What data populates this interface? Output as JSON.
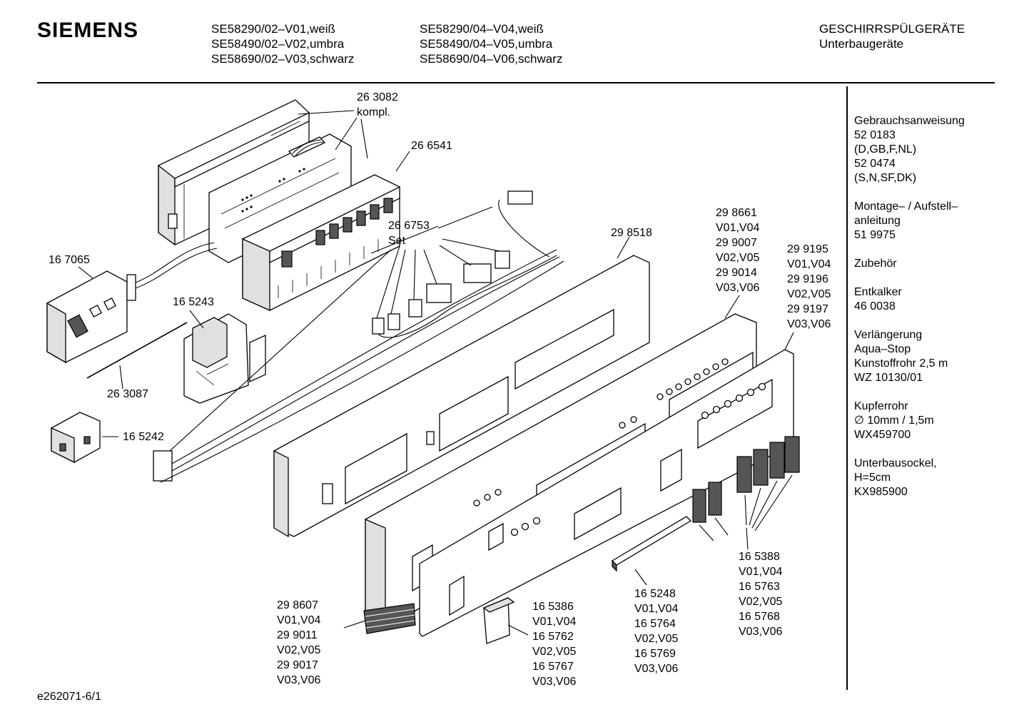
{
  "header": {
    "brand": "SIEMENS",
    "models_col1": [
      "SE58290/02–V01,weiß",
      "SE58490/02–V02,umbra",
      "SE58690/02–V03,schwarz"
    ],
    "models_col2": [
      "SE58290/04–V04,weiß",
      "SE58490/04–V05,umbra",
      "SE58690/04–V06,schwarz"
    ],
    "category": "GESCHIRRSPÜLGERÄTE",
    "subcategory": "Unterbaugeräte"
  },
  "sidebar": [
    [
      "Gebrauchsanweisung",
      "52 0183",
      "(D,GB,F,NL)",
      "52 0474",
      "(S,N,SF,DK)"
    ],
    [
      "Montage– / Aufstell–",
      "anleitung",
      "51 9975"
    ],
    [
      "Zubehör"
    ],
    [
      "Entkalker",
      "46 0038"
    ],
    [
      "Verlängerung",
      "Aqua–Stop",
      "Kunstoffrohr 2,5 m",
      "WZ 10130/01"
    ],
    [
      "Kupferrohr",
      "∅ 10mm / 1,5m",
      "WX459700"
    ],
    [
      "Unterbausockel,",
      "H=5cm",
      "KX985900"
    ]
  ],
  "labels": {
    "l_263082": "26 3082\nkompl.",
    "l_266541": "26 6541",
    "l_266753": "26 6753\nSet",
    "l_167065": "16 7065",
    "l_165243": "16 5243",
    "l_263087": "26 3087",
    "l_165242": "16 5242",
    "l_298518": "29 8518",
    "l_298661": "29 8661\nV01,V04\n29 9007\nV02,V05\n29 9014\nV03,V06",
    "l_299195": "29 9195\nV01,V04\n29 9196\nV02,V05\n29 9197\nV03,V06",
    "l_298607": "29 8607\nV01,V04\n29 9011\nV02,V05\n29 9017\nV03,V06",
    "l_165386": "16 5386\nV01,V04\n16 5762\nV02,V05\n16 5767\nV03,V06",
    "l_165248": "16 5248\nV01,V04\n16 5764\nV02,V05\n16 5769\nV03,V06",
    "l_165388": "16 5388\nV01,V04\n16 5763\nV02,V05\n16 5768\nV03,V06"
  },
  "footer": {
    "drawing_id": "e262071-6/1"
  }
}
